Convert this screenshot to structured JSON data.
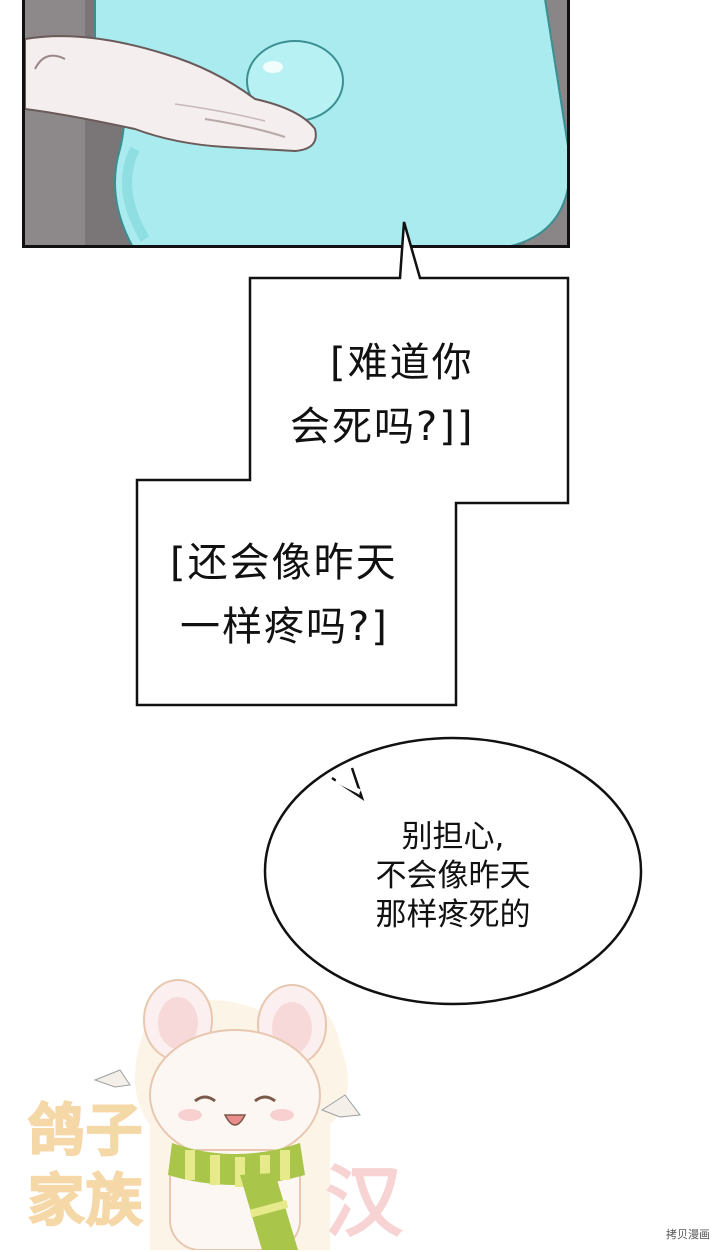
{
  "box_top": {
    "line1": "[难道你",
    "line2": "会死吗?]]"
  },
  "box_bottom": {
    "line1": "[还会像昨天",
    "line2": "一样疼吗?]"
  },
  "bubble": {
    "line1": "别担心,",
    "line2": "不会像昨天",
    "line3": "那样疼死的"
  },
  "watermark": {
    "left_line1": "鸽子",
    "left_line2": "家族",
    "right": "汉",
    "corner": "拷贝漫画"
  },
  "colors": {
    "blob": "#a9ebee",
    "blob_shadow": "#7fd6db",
    "hand": "#f5eeee",
    "panel_bg": "#6e6a6c",
    "watermark_green": "#d7e89a",
    "scarf_green": "#a9c54a",
    "scarf_yellow": "#e7ea8a"
  }
}
